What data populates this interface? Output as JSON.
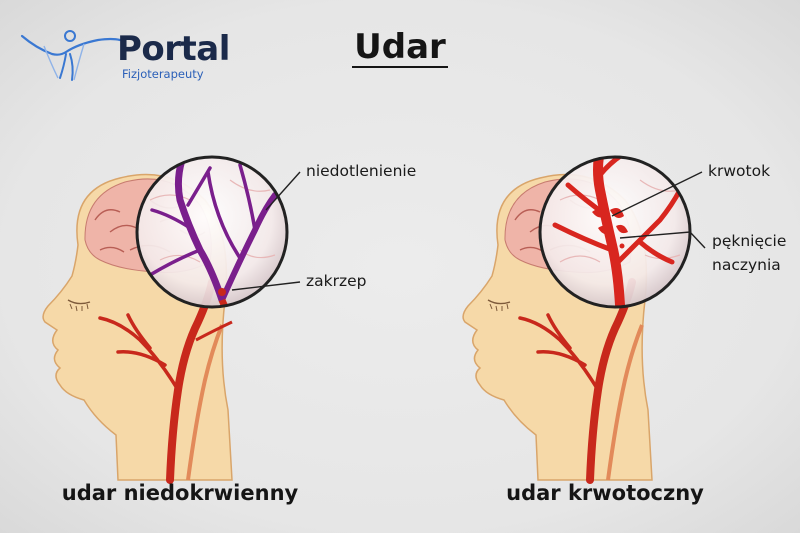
{
  "logo": {
    "title": "Portal",
    "subtitle": "Fizjoterapeuty",
    "figure_icon": "person-arms-raised-icon"
  },
  "title": "Udar",
  "panels": [
    {
      "caption": "udar niedokrwienny",
      "callouts": [
        "niedotlenienie",
        "zakrzep"
      ],
      "vessel_color": "#7a1f8c"
    },
    {
      "caption": "udar krwotoczny",
      "callouts": [
        "krwotok",
        "pęknięcie",
        "naczynia"
      ],
      "vessel_color": "#d8261f"
    }
  ],
  "colors": {
    "skin": "#f6d9a8",
    "skin_outline": "#d9a56a",
    "artery": "#c8281c",
    "brain": "#e9a69a"
  }
}
